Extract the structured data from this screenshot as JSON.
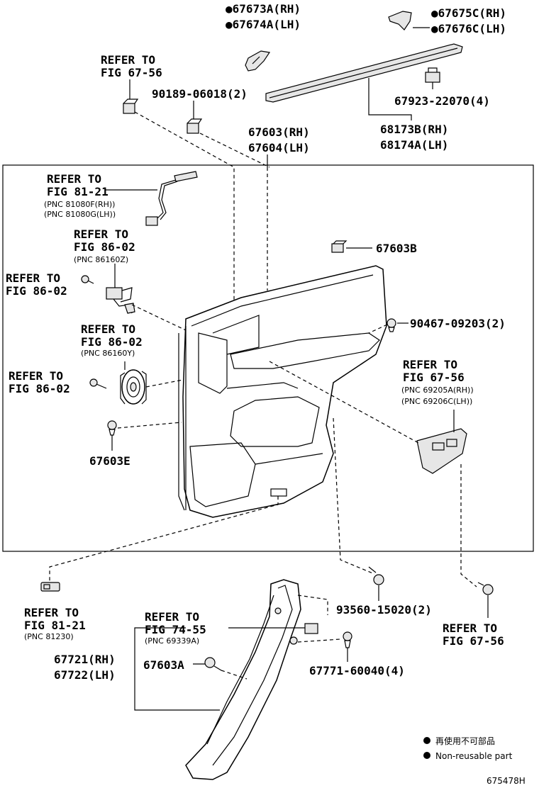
{
  "labels": {
    "p67673a": "●67673A(RH)",
    "p67674a": "●67674A(LH)",
    "p67675c": "●67675C(RH)",
    "p67676c": "●67676C(LH)",
    "refer_6756_top_1": "REFER TO",
    "refer_6756_top_2": "FIG 67-56",
    "p90189": "90189-06018(2)",
    "p67923": "67923-22070(4)",
    "p67603": "67603(RH)",
    "p67604": "67604(LH)",
    "p68173b": "68173B(RH)",
    "p68174a": "68174A(LH)",
    "refer_8121_1": "REFER TO",
    "refer_8121_2": "FIG 81-21",
    "pnc_81080f": "(PNC 81080F(RH))",
    "pnc_81080g": "(PNC 81080G(LH))",
    "refer_8602a_1": "REFER TO",
    "refer_8602a_2": "FIG 86-02",
    "pnc_86160z": "(PNC 86160Z)",
    "refer_8602b_1": "REFER TO",
    "refer_8602b_2": "FIG 86-02",
    "p67603b": "67603B",
    "p90467": "90467-09203(2)",
    "refer_8602c_1": "REFER TO",
    "refer_8602c_2": "FIG 86-02",
    "pnc_86160y": "(PNC 86160Y)",
    "refer_6756_mid_1": "REFER TO",
    "refer_6756_mid_2": "FIG 67-56",
    "pnc_69205a": "(PNC 69205A(RH))",
    "pnc_69206c": "(PNC 69206C(LH))",
    "refer_8602d_1": "REFER TO",
    "refer_8602d_2": "FIG 86-02",
    "p67603e": "67603E",
    "refer_8121b_1": "REFER TO",
    "refer_8121b_2": "FIG 81-21",
    "pnc_81230": "(PNC 81230)",
    "refer_7455_1": "REFER TO",
    "refer_7455_2": "FIG 74-55",
    "pnc_69339a": "(PNC 69339A)",
    "p93560": "93560-15020(2)",
    "refer_6756_bot_1": "REFER TO",
    "refer_6756_bot_2": "FIG 67-56",
    "p67721": "67721(RH)",
    "p67722": "67722(LH)",
    "p67603a": "67603A",
    "p67771": "67771-60040(4)"
  },
  "legend": {
    "jp": "再使用不可部品",
    "en": "Non-reusable part"
  },
  "figure_id": "675478H"
}
